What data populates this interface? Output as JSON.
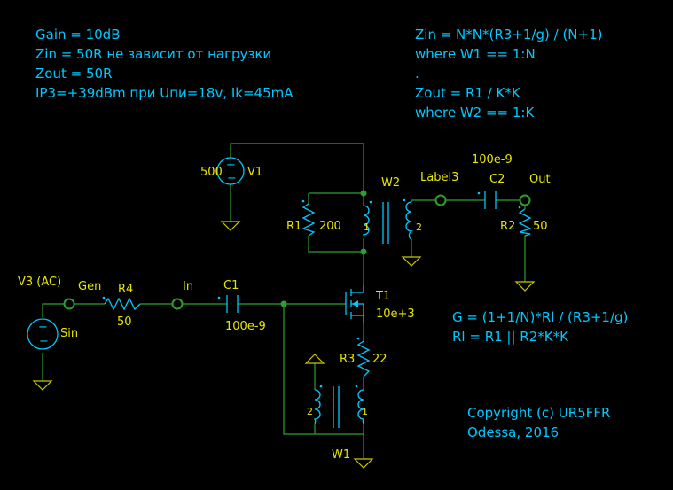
{
  "notes_left": [
    "Gain = 10dB",
    "Zin = 50R не зависит от нагрузки",
    "Zout = 50R",
    "IP3=+39dBm при Uпи=18v, Ik=45mA"
  ],
  "notes_right": [
    "Zin = N*N*(R3+1/g) / (N+1)",
    "where W1 == 1:N",
    ".",
    "Zout = R1 / K*K",
    "where W2 == 1:K"
  ],
  "formula": [
    "G = (1+1/N)*Rl / (R3+1/g)",
    "Rl = R1 || R2*K*K"
  ],
  "copyright": [
    "Copyright (c) UR5FFR",
    "Odessa, 2016"
  ],
  "components": {
    "v1_name": "V1",
    "v1_value": "500",
    "v3_name": "V3 (AC)",
    "v3_value": "Sin",
    "r4_name": "R4",
    "r4_value": "50",
    "c1_name": "C1",
    "c1_value": "100e-9",
    "r1_name": "R1",
    "r1_value": "200",
    "w2_name": "W2",
    "w2_p1": "1",
    "w2_p2": "2",
    "c2_name": "C2",
    "c2_value": "100e-9",
    "r2_name": "R2",
    "r2_value": "50",
    "t1_name": "T1",
    "t1_value": "10e+3",
    "r3_name": "R3",
    "r3_value": "22",
    "w1_name": "W1",
    "w1_p1": "1",
    "w1_p2": "2"
  },
  "nets": {
    "gen": "Gen",
    "in": "In",
    "label3": "Label3",
    "out": "Out"
  },
  "colors": {
    "background": "#000000",
    "text_cyan": "#00c8ff",
    "text_yellow": "#e6e600",
    "wire_green": "#2e9e2e"
  }
}
